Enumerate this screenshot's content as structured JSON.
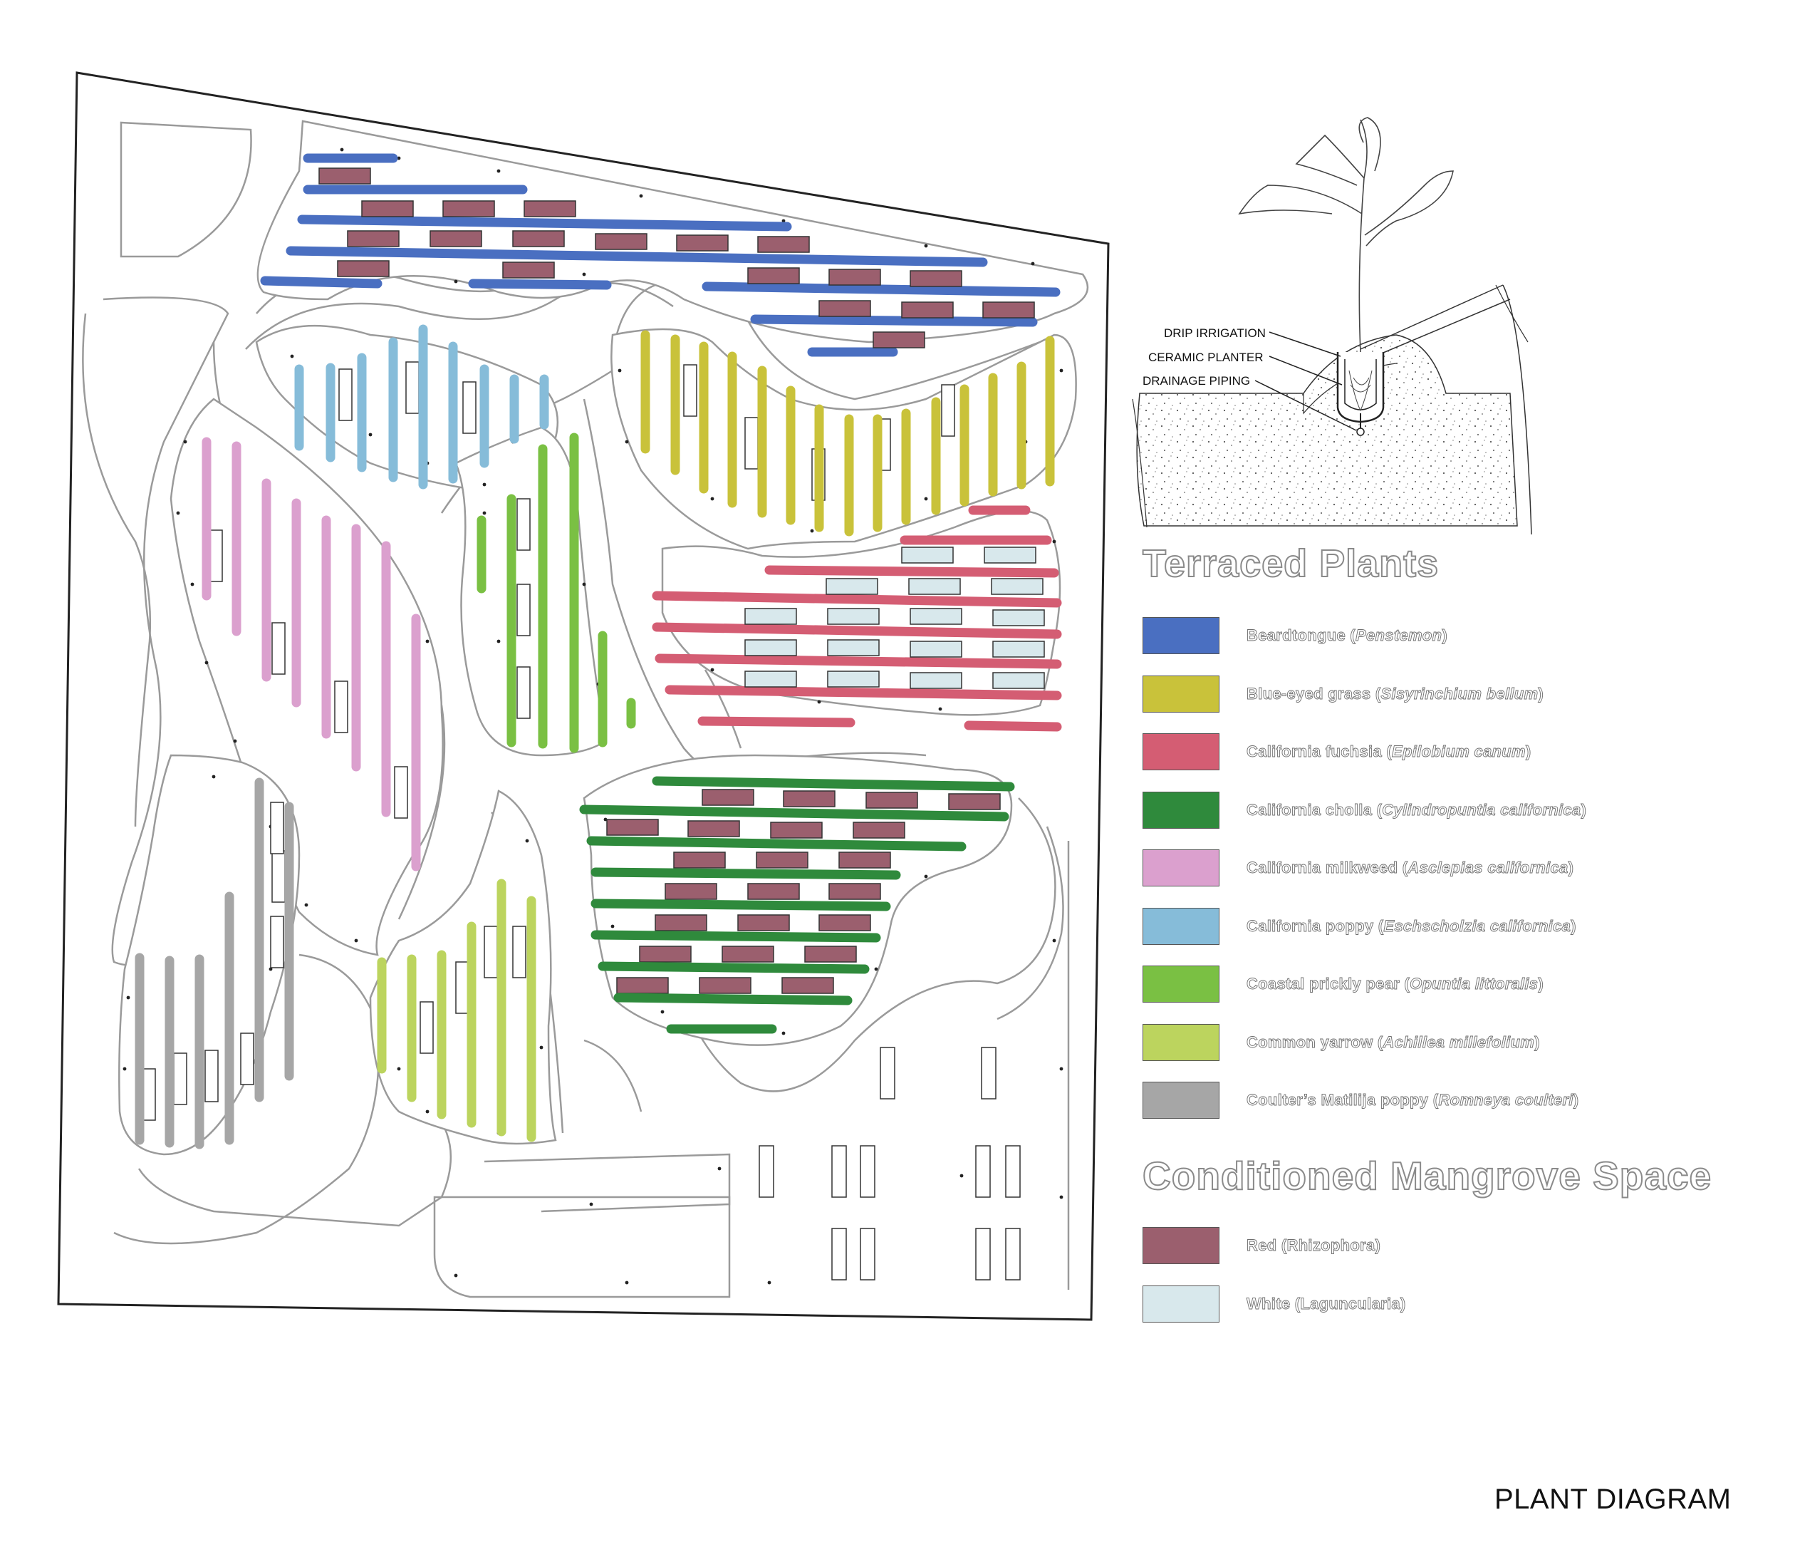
{
  "title": "PLANT DIAGRAM",
  "terraced_heading": "Terraced Plants",
  "mangrove_heading": "Conditioned Mangrove Space",
  "section_callouts": [
    "DRIP IRRIGATION",
    "CERAMIC PLANTER",
    "DRAINAGE PIPING"
  ],
  "colors": {
    "beardtongue": "#4a6fc1",
    "blue_eyed_grass": "#c9c23a",
    "california_fuchsia": "#d45d73",
    "california_cholla": "#2f8a3c",
    "california_milkweed": "#dba0ce",
    "california_poppy": "#86bcd9",
    "coastal_prickly_pear": "#7ac043",
    "common_yarrow": "#bcd45e",
    "coulters_matilija_poppy": "#a6a6a6",
    "red_mangrove": "#9b5f6e",
    "white_mangrove": "#d8e8ec"
  },
  "terraced_plants": [
    {
      "key": "beardtongue",
      "common": "Beardtongue",
      "latin": "Penstemon"
    },
    {
      "key": "blue_eyed_grass",
      "common": "Blue-eyed grass",
      "latin": "Sisyrinchium bellum"
    },
    {
      "key": "california_fuchsia",
      "common": "California fuchsia",
      "latin": "Epilobium canum"
    },
    {
      "key": "california_cholla",
      "common": "California cholla",
      "latin": "Cylindropuntia californica"
    },
    {
      "key": "california_milkweed",
      "common": "California milkweed",
      "latin": "Asclepias californica"
    },
    {
      "key": "california_poppy",
      "common": "California poppy",
      "latin": "Eschscholzia californica"
    },
    {
      "key": "coastal_prickly_pear",
      "common": "Coastal prickly pear",
      "latin": "Opuntia littoralis"
    },
    {
      "key": "common_yarrow",
      "common": "Common yarrow",
      "latin": "Achillea millefolium"
    },
    {
      "key": "coulters_matilija_poppy",
      "common": "Coulter’s Matilija poppy",
      "latin": "Romneya coulteri"
    }
  ],
  "mangroves": [
    {
      "key": "red_mangrove",
      "label": "Red (Rhizophora)"
    },
    {
      "key": "white_mangrove",
      "label": "White (Laguncularia)"
    }
  ]
}
